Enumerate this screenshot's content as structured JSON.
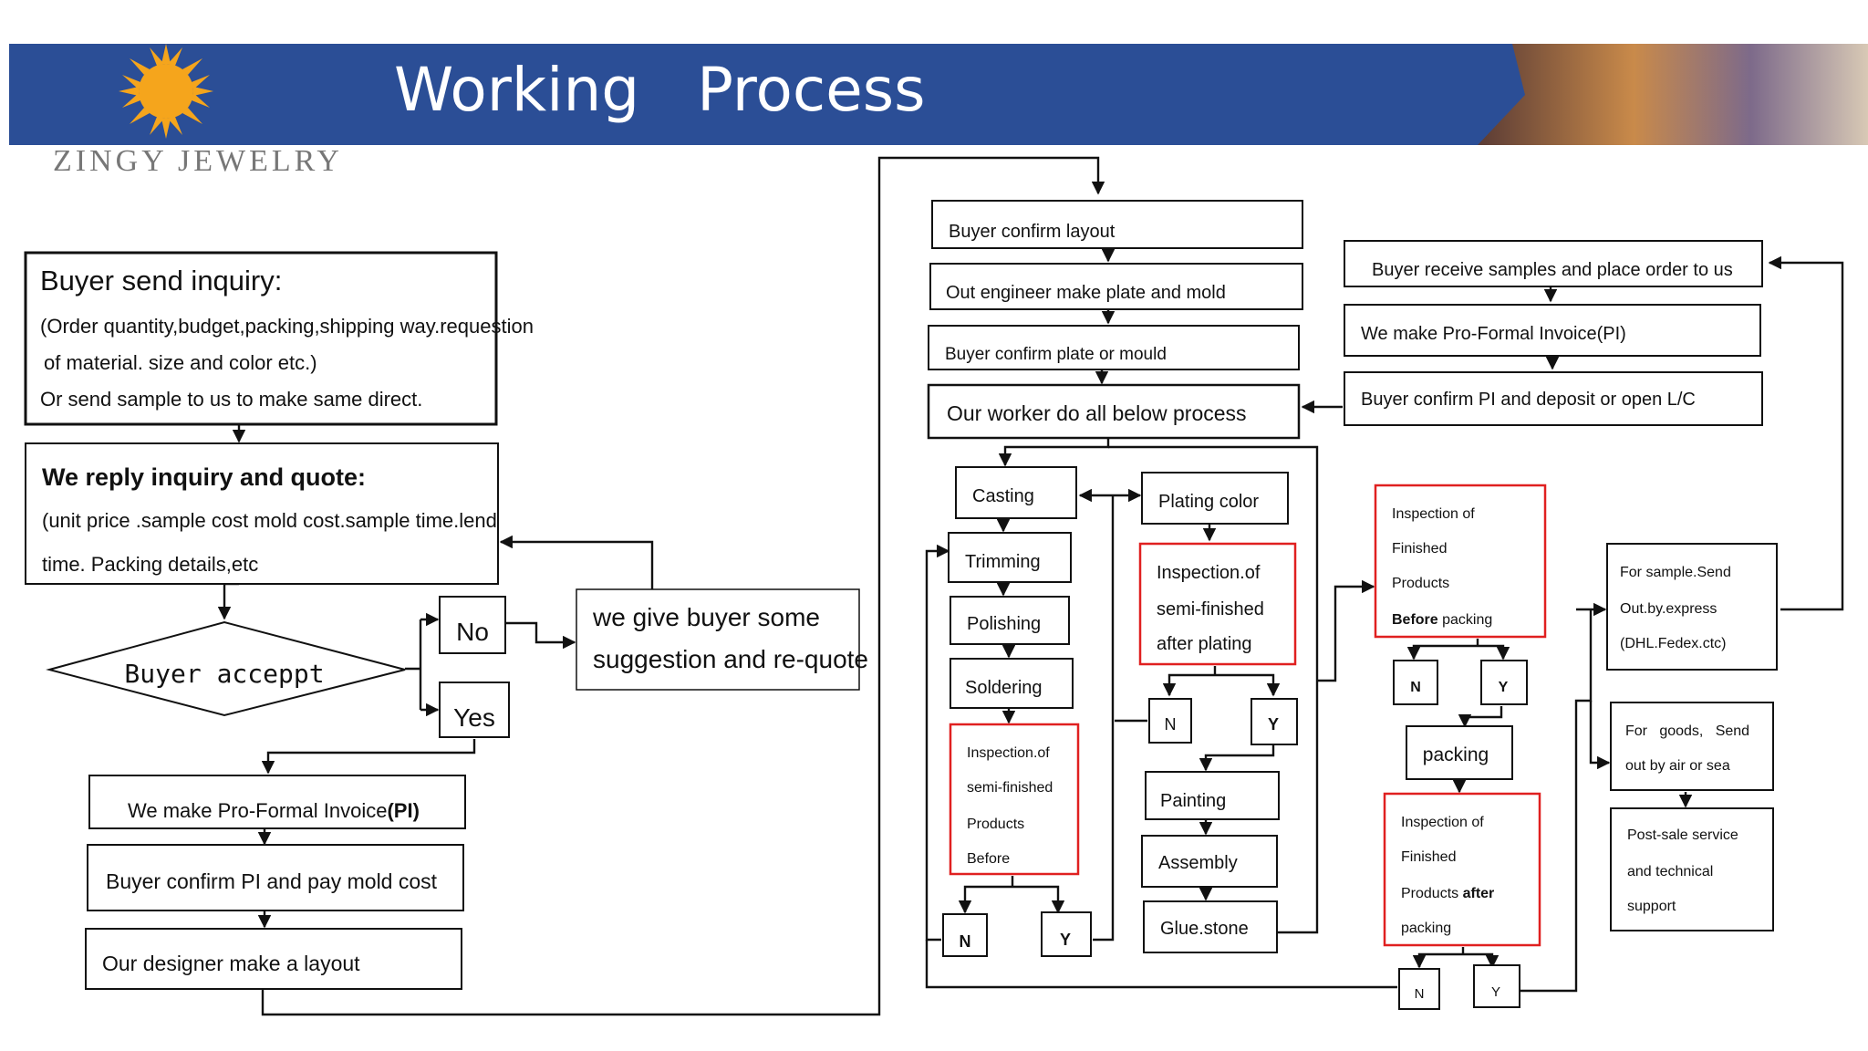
{
  "header": {
    "title": "Working   Process",
    "brand": "ZINGY JEWELRY",
    "bg_color": "#2b4e96"
  },
  "left": {
    "inquiry_title": "Buyer send inquiry:",
    "inquiry_line1": "(Order quantity,budget,packing,shipping way.requestion",
    "inquiry_line2": "of material. size and color etc.)",
    "inquiry_line3": "Or send sample to us to make same direct.",
    "reply_title": "We reply inquiry and quote:",
    "reply_line1": "(unit price .sample cost mold cost.sample time.lend",
    "reply_line2": "time. Packing details,etc",
    "buyer_accept": "Buyer acceppt",
    "no": "No",
    "yes": "Yes",
    "suggest_line1": "we give buyer some",
    "suggest_line2": "suggestion and re-quote",
    "pi_prefix": "We make Pro-Formal Invoice",
    "pi_bold": "(PI)",
    "confirm_pi_mold": "Buyer confirm PI and pay mold cost",
    "designer_layout": "Our designer make a layout"
  },
  "middle": {
    "confirm_layout": "Buyer confirm layout",
    "engineer": "Out engineer make plate and mold",
    "confirm_plate": "Buyer confirm plate or mould",
    "worker": "Our worker do all below process",
    "casting": "Casting",
    "trimming": "Trimming",
    "polishing": "Polishing",
    "soldering": "Soldering",
    "insp1_l1": "Inspection.of",
    "insp1_l2": "semi-finished",
    "insp1_l3": "Products",
    "insp1_l4": "Before",
    "n": "N",
    "y": "Y",
    "plating_color": "Plating color",
    "insp2_l1": "Inspection.of",
    "insp2_l2": "semi-finished",
    "insp2_l3": "after plating",
    "painting": "Painting",
    "assembly": "Assembly",
    "glue_stone": "Glue.stone"
  },
  "right": {
    "receive_samples": "Buyer receive samples and place order to us",
    "make_pi": "We make Pro-Formal Invoice(PI)",
    "confirm_pi_deposit": "Buyer confirm PI and deposit or open L/C",
    "insp3_l1": "Inspection of",
    "insp3_l2": "Finished",
    "insp3_l3": "Products",
    "insp3_l4_bold": "Before",
    "insp3_l4_rest": " packing",
    "packing": "packing",
    "insp4_l1": "Inspection of",
    "insp4_l2": "Finished",
    "insp4_l3_pre": "Products ",
    "insp4_l3_bold": "after",
    "insp4_l4": "packing",
    "sample_send_l1": "For sample.Send",
    "sample_send_l2": "Out.by.express",
    "sample_send_l3": "(DHL.Fedex.ctc)",
    "goods_l1": "For   goods,   Send",
    "goods_l2": "out by air or sea",
    "post_sale_l1": "Post-sale service",
    "post_sale_l2": "and technical",
    "post_sale_l3": "support"
  },
  "colors": {
    "inspection_border": "#e02020",
    "sun": "#f5a51c"
  }
}
